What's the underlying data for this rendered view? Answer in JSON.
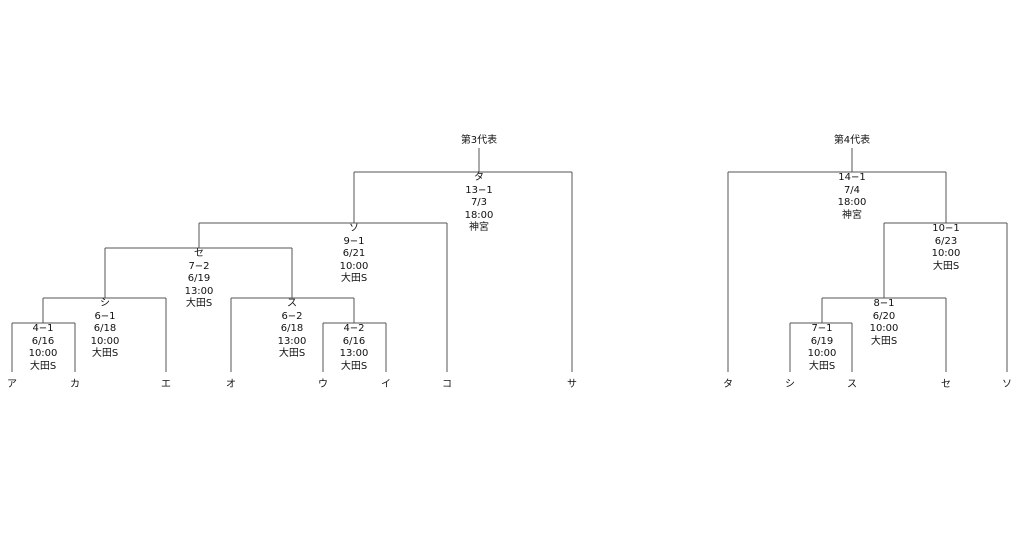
{
  "bracket3": {
    "title": "第3代表",
    "teams": [
      "ア",
      "カ",
      "エ",
      "オ",
      "ウ",
      "イ",
      "コ",
      "サ"
    ],
    "matches": {
      "m1": {
        "lines": [
          "4−1",
          "6/16",
          "10:00",
          "大田S"
        ]
      },
      "m2": {
        "lines": [
          "シ",
          "6−1",
          "6/18",
          "10:00",
          "大田S"
        ]
      },
      "m3": {
        "lines": [
          "4−2",
          "6/16",
          "13:00",
          "大田S"
        ]
      },
      "m4": {
        "lines": [
          "ス",
          "6−2",
          "6/18",
          "13:00",
          "大田S"
        ]
      },
      "m5": {
        "lines": [
          "セ",
          "7−2",
          "6/19",
          "13:00",
          "大田S"
        ]
      },
      "m6": {
        "lines": [
          "ソ",
          "9−1",
          "6/21",
          "10:00",
          "大田S"
        ]
      },
      "m7": {
        "lines": [
          "タ",
          "13−1",
          "7/3",
          "18:00",
          "神宮"
        ]
      }
    }
  },
  "bracket4": {
    "title": "第4代表",
    "teams": [
      "タ",
      "シ",
      "ス",
      "セ",
      "ソ"
    ],
    "matches": {
      "n1": {
        "lines": [
          "7−1",
          "6/19",
          "10:00",
          "大田S"
        ]
      },
      "n2": {
        "lines": [
          "8−1",
          "6/20",
          "10:00",
          "大田S"
        ]
      },
      "n3": {
        "lines": [
          "10−1",
          "6/23",
          "10:00",
          "大田S"
        ]
      },
      "n4": {
        "lines": [
          "14−1",
          "7/4",
          "18:00",
          "神宮"
        ]
      }
    }
  }
}
